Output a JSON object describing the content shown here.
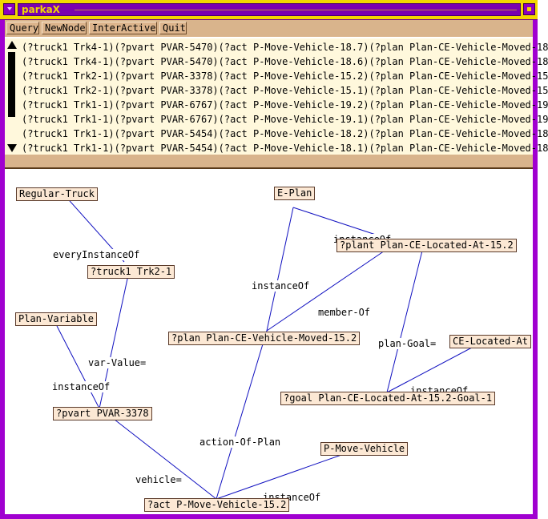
{
  "window": {
    "title": "parkaX",
    "title_bar_color": "#f2d800",
    "frame_color": "#a000d0"
  },
  "toolbar": {
    "buttons": [
      {
        "label": "Query"
      },
      {
        "label": "NewNode"
      },
      {
        "label": "InterActive"
      },
      {
        "label": "Quit"
      }
    ]
  },
  "results": {
    "rows": [
      "(?truck1 Trk4-1)(?pvart PVAR-5470)(?act P-Move-Vehicle-18.7)(?plan Plan-CE-Vehicle-Moved-18",
      "(?truck1 Trk4-1)(?pvart PVAR-5470)(?act P-Move-Vehicle-18.6)(?plan Plan-CE-Vehicle-Moved-18",
      "(?truck1 Trk2-1)(?pvart PVAR-3378)(?act P-Move-Vehicle-15.2)(?plan Plan-CE-Vehicle-Moved-15",
      "(?truck1 Trk2-1)(?pvart PVAR-3378)(?act P-Move-Vehicle-15.1)(?plan Plan-CE-Vehicle-Moved-15",
      "(?truck1 Trk1-1)(?pvart PVAR-6767)(?act P-Move-Vehicle-19.2)(?plan Plan-CE-Vehicle-Moved-19",
      "(?truck1 Trk1-1)(?pvart PVAR-6767)(?act P-Move-Vehicle-19.1)(?plan Plan-CE-Vehicle-Moved-19",
      "(?truck1 Trk1-1)(?pvart PVAR-5454)(?act P-Move-Vehicle-18.2)(?plan Plan-CE-Vehicle-Moved-18",
      "(?truck1 Trk1-1)(?pvart PVAR-5454)(?act P-Move-Vehicle-18.1)(?plan Plan-CE-Vehicle-Moved-18"
    ]
  },
  "graph": {
    "nodes": {
      "regular_truck": "Regular-Truck",
      "truck1": "?truck1 Trk2-1",
      "plan_variable": "Plan-Variable",
      "pvart": "?pvart PVAR-3378",
      "e_plan": "E-Plan",
      "plant": "?plant Plan-CE-Located-At-15.2",
      "plan": "?plan Plan-CE-Vehicle-Moved-15.2",
      "ce_located_at": "CE-Located-At",
      "goal": "?goal Plan-CE-Located-At-15.2-Goal-1",
      "p_move_vehicle": "P-Move-Vehicle",
      "act": "?act P-Move-Vehicle-15.2"
    },
    "edge_labels": {
      "every_instance_of": "everyInstanceOf",
      "var_value": "var-Value=",
      "instance_of_plan_variable": "instanceOf",
      "instance_of_e_plan_plant": "instanceOf",
      "instance_of_e_plan_plan": "instanceOf",
      "member_of": "member-Of",
      "plan_goal": "plan-Goal=",
      "instance_of_ce_located_at": "instanceOf",
      "action_of_plan": "action-Of-Plan",
      "vehicle": "vehicle=",
      "instance_of_p_move_vehicle": "instanceOf"
    },
    "edge_color": "#1010c0",
    "node_fill": "#fce8d4"
  }
}
